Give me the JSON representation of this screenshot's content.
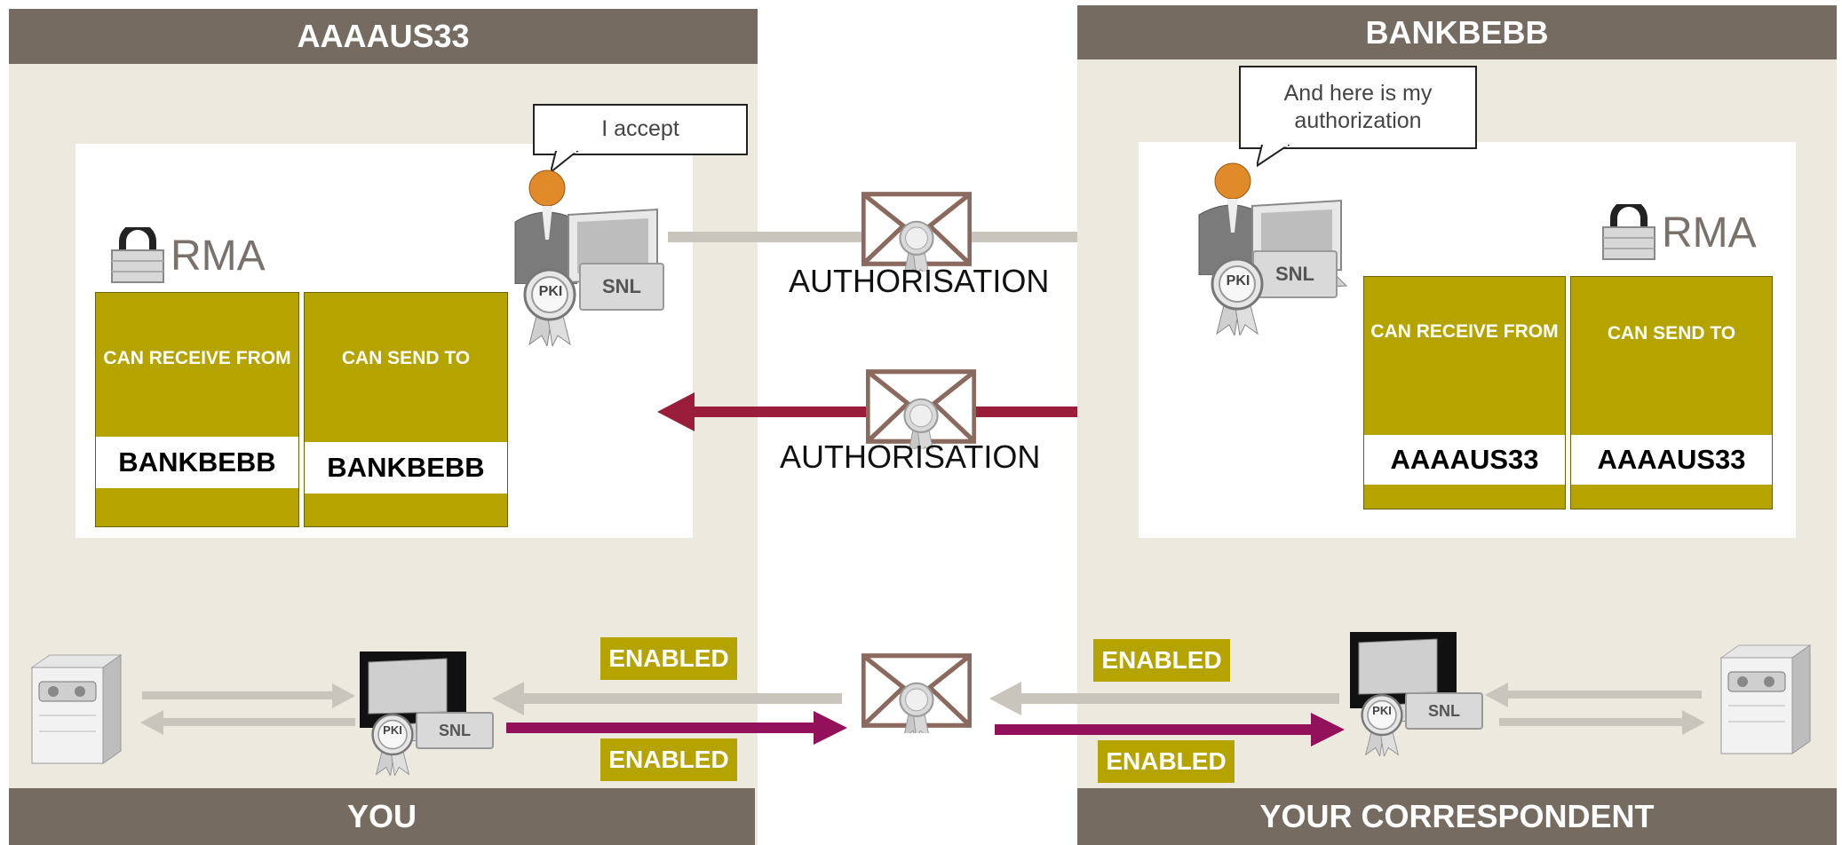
{
  "left": {
    "header": "AAAAUS33",
    "footer": "YOU",
    "rma_label": "RMA",
    "receive_caption": "CAN RECEIVE FROM",
    "send_caption": "CAN SEND TO",
    "receive_value": "BANKBEBB",
    "send_value": "BANKBEBB",
    "bubble": "I accept"
  },
  "right": {
    "header": "BANKBEBB",
    "footer": "YOUR CORRESPONDENT",
    "rma_label": "RMA",
    "receive_caption": "CAN RECEIVE FROM",
    "send_caption": "CAN SEND TO",
    "receive_value": "AAAAUS33",
    "send_value": "AAAAUS33",
    "bubble": "And here is my authorization"
  },
  "middle": {
    "auth_top": "AUTHORISATION",
    "auth_bottom": "AUTHORISATION"
  },
  "badges": {
    "pki": "PKI",
    "snl": "SNL",
    "enabled": "ENABLED"
  },
  "colors": {
    "header": "#766b61",
    "panel": "#ece9df",
    "olive": "#b5a300",
    "arrow_red": "#9b1d3c",
    "arrow_grey": "#c9c5bc"
  },
  "icons": [
    "lock-icon",
    "user-icon",
    "computer-icon",
    "pki-seal-icon",
    "envelope-icon",
    "server-icon"
  ]
}
